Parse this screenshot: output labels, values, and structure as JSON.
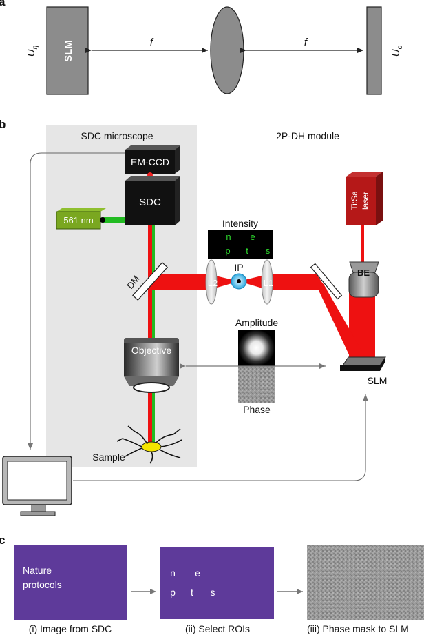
{
  "panels": {
    "a": "a",
    "b": "b",
    "c": "c"
  },
  "panel_a": {
    "slm_label": "SLM",
    "u_in": "U",
    "u_in_sub": "η",
    "u_out": "U",
    "u_out_sub": "o",
    "f_left": "f",
    "f_right": "f"
  },
  "panel_b": {
    "sdc_microscope": "SDC microscope",
    "module": "2P-DH module",
    "emccd": "EM-CCD",
    "sdc": "SDC",
    "laser_561": "561 nm",
    "tisa_line1": "Ti:Sa",
    "tisa_line2": "laser",
    "intensity": "Intensity",
    "intensity_top": [
      "n",
      "e"
    ],
    "intensity_bottom": [
      "p",
      "t",
      "s"
    ],
    "dm": "DM",
    "l2": "L2",
    "ip": "IP",
    "l1": "L1",
    "be": "BE",
    "amplitude": "Amplitude",
    "phase": "Phase",
    "objective": "Objective",
    "slm": "SLM",
    "sample": "Sample"
  },
  "panel_c": {
    "box1_line1": "Nature",
    "box1_line2": "protocols",
    "box2_top": [
      "n",
      "e"
    ],
    "box2_bottom": [
      "p",
      "t",
      "s"
    ],
    "caption1": "(i) Image from SDC",
    "caption2": "(ii) Select ROIs",
    "caption3": "(iii) Phase mask to SLM"
  },
  "colors": {
    "beam_red": "#ee1111",
    "beam_green": "#22bb22",
    "purple": "#5e3a9a",
    "slm_gray": "#8c8c8c",
    "grey_bg": "#e6e6e6"
  }
}
